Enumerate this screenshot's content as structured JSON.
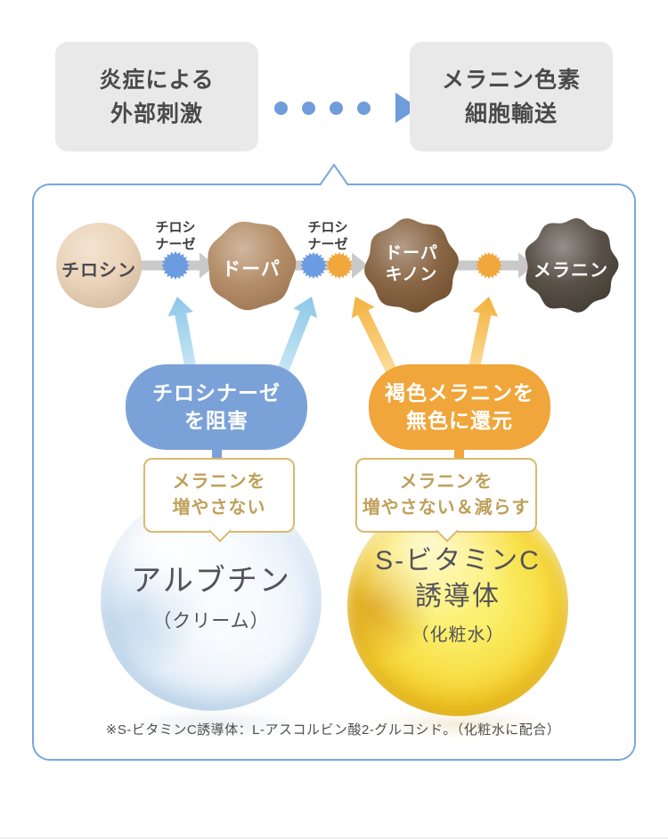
{
  "header": {
    "left_box": {
      "line1": "炎症による",
      "line2": "外部刺激"
    },
    "right_box": {
      "line1": "メラニン色素",
      "line2": "細胞輸送"
    },
    "connector_icon": "dotted-arrow-right"
  },
  "diagram": {
    "nodes": [
      {
        "id": "tyrosine",
        "label": "チロシン"
      },
      {
        "id": "dopa",
        "label": "ドーパ"
      },
      {
        "id": "dopaquinone",
        "label": "ドーパ",
        "label2": "キノン"
      },
      {
        "id": "melanin",
        "label": "メラニン"
      }
    ],
    "enzymes": [
      {
        "line1": "チロシ",
        "line2": "ナーゼ"
      },
      {
        "line1": "チロシ",
        "line2": "ナーゼ"
      }
    ],
    "blue_bubble": {
      "line1": "チロシナーゼ",
      "line2": "を阻害"
    },
    "orange_bubble": {
      "line1": "褐色メラニンを",
      "line2": "無色に還元"
    },
    "left_callout": {
      "line1": "メラニンを",
      "line2": "増やさない"
    },
    "right_callout": {
      "line1": "メラニンを",
      "line2": "増やさない＆減らす"
    },
    "left_sphere": {
      "name": "アルブチン",
      "form": "（クリーム）"
    },
    "right_sphere": {
      "name_line1": "S-ビタミンC",
      "name_line2": "誘導体",
      "form": "（化粧水）"
    },
    "footnote": "※S-ビタミンC誘導体：L-アスコルビン酸2-グルコシド。（化粧水に配合）"
  },
  "colors": {
    "box_gray": "#e9e9e9",
    "text_dark": "#4a4a4a",
    "accent_blue": "#6f9cdb",
    "panel_border": "#79a7dc",
    "arrow_gray": "#c9c9c9",
    "starburst_blue": "#6b9be0",
    "starburst_orange": "#f0a73c",
    "bubble_blue": "#7ba2d8",
    "bubble_orange": "#f0a63a",
    "uparrow_blue_light": "#c6e6f4",
    "uparrow_blue": "#8cc8e8",
    "uparrow_yellow_light": "#fbdc95",
    "uparrow_yellow": "#f4b140",
    "callout_border": "#d9b96e",
    "callout_text": "#bfa05a",
    "sphere_text": "#53525a",
    "footnote_color": "#4f4f4f",
    "node_tyrosine": "#e9cfb1",
    "node_dopa": "#ad8259",
    "node_dopaquinone": "#7c5530",
    "node_melanin": "#463e34"
  }
}
